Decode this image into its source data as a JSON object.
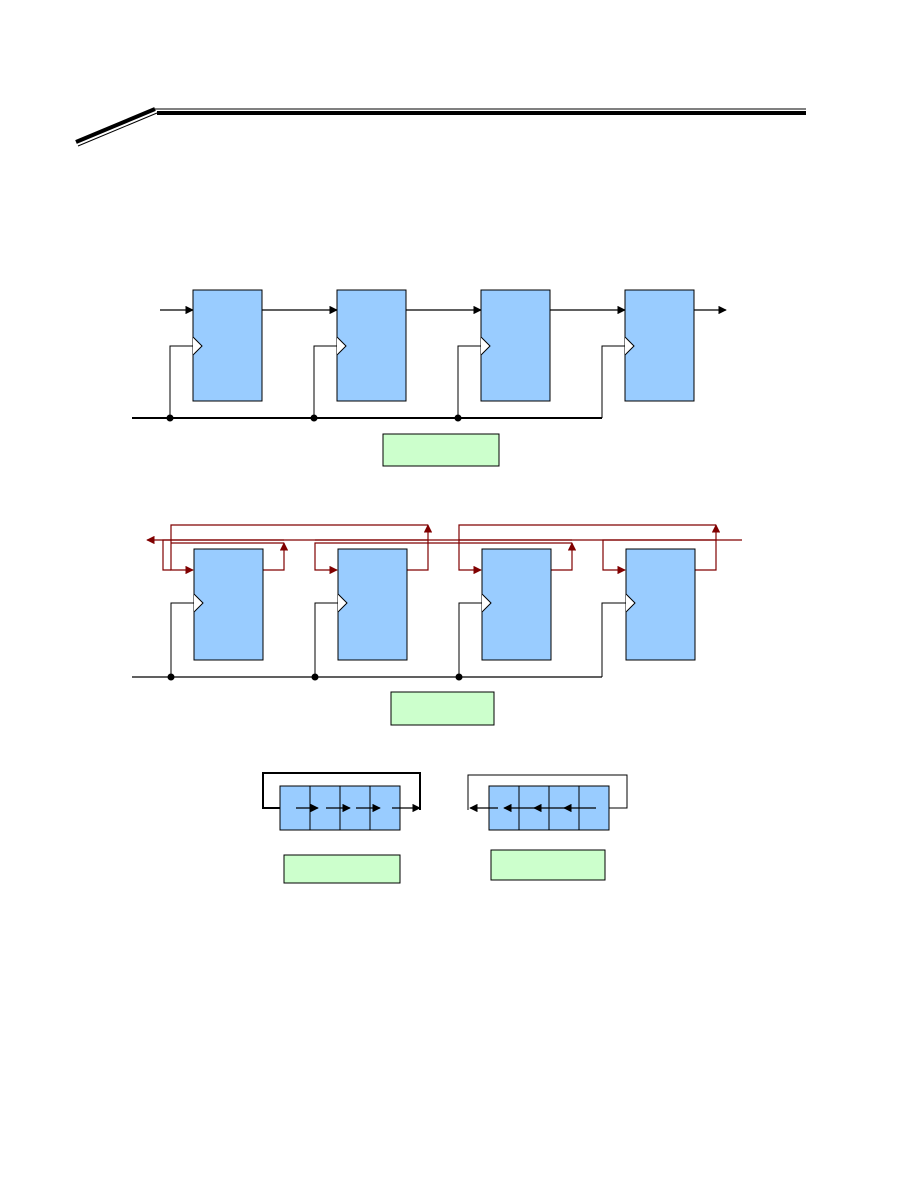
{
  "colors": {
    "register_fill": "#99ccff",
    "label_box_fill": "#ccffcc",
    "wire_black": "#000000",
    "wire_feedback": "#800000"
  },
  "diagram_1": {
    "register_count": 4,
    "label": ""
  },
  "diagram_2": {
    "register_count": 4,
    "label": ""
  },
  "ring_left": {
    "cell_count": 4,
    "direction": "right",
    "label": ""
  },
  "ring_right": {
    "cell_count": 4,
    "direction": "left",
    "label": ""
  }
}
